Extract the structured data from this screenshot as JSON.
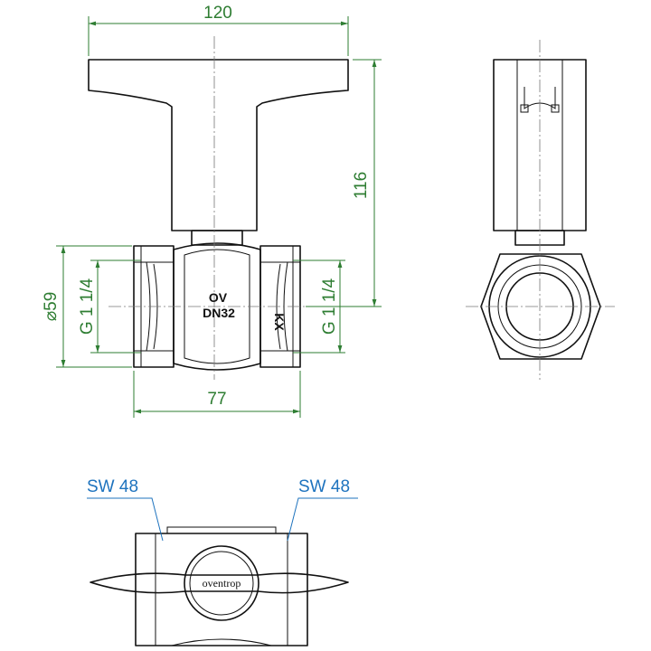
{
  "dimensions": {
    "handle_width": "120",
    "total_height": "116",
    "body_length": "77",
    "diameter": "⌀59",
    "thread_left": "G 1 1/4",
    "thread_right": "G 1 1/4"
  },
  "markings": {
    "line1": "OV",
    "line2": "DN32",
    "side": "KX",
    "brand": "oventrop"
  },
  "labels": {
    "sw_left": "SW 48",
    "sw_right": "SW 48"
  },
  "colors": {
    "dimension": "#2e7d32",
    "label": "#1e73be",
    "outline": "#111111"
  }
}
